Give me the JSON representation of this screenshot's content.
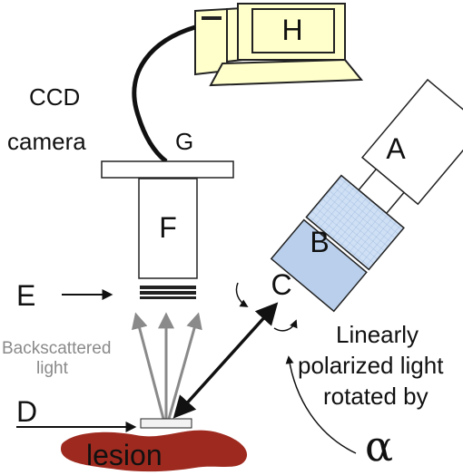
{
  "labels": {
    "H": "H",
    "ccd_line1": "CCD",
    "ccd_line2": "camera",
    "G": "G",
    "A": "A",
    "B": "B",
    "C": "C",
    "F": "F",
    "E": "E",
    "D": "D",
    "backscattered_line1": "Backscattered",
    "backscattered_line2": "light",
    "linear_line1": "Linearly",
    "linear_line2": "polarized light",
    "linear_line3": "rotated by",
    "alpha": "α",
    "lesion": "lesion"
  },
  "colors": {
    "computer_fill": "#ffffcc",
    "filter_blue": "#cfe0f5",
    "filter_blue_dark": "#b3cce8",
    "lesion": "#9e2a1f",
    "grey_text": "#8a8a8a",
    "line": "#111111"
  },
  "icons": {
    "computer": "desktop-computer-icon",
    "cable": "usb-cable-icon"
  }
}
